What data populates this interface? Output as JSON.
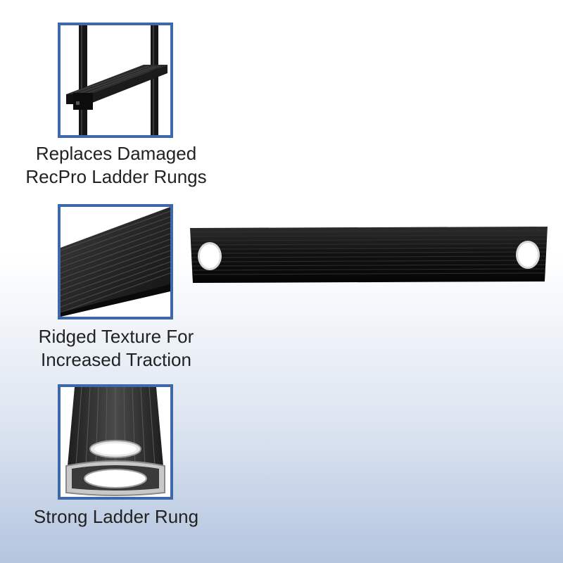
{
  "features": [
    {
      "caption_line1": "Replaces Damaged",
      "caption_line2": "RecPro Ladder Rungs",
      "image": "ladder-with-rung-photo"
    },
    {
      "caption_line1": "Ridged Texture For",
      "caption_line2": "Increased Traction",
      "image": "ridged-surface-closeup-photo"
    },
    {
      "caption_line1": "Strong Ladder Rung",
      "caption_line2": "",
      "image": "rung-cross-section-photo"
    }
  ],
  "product": {
    "image": "black-ladder-rung-photo"
  },
  "colors": {
    "frame": "#3f68a8",
    "rung": "#1a1a1a",
    "background_bottom": "#b4c5df"
  }
}
